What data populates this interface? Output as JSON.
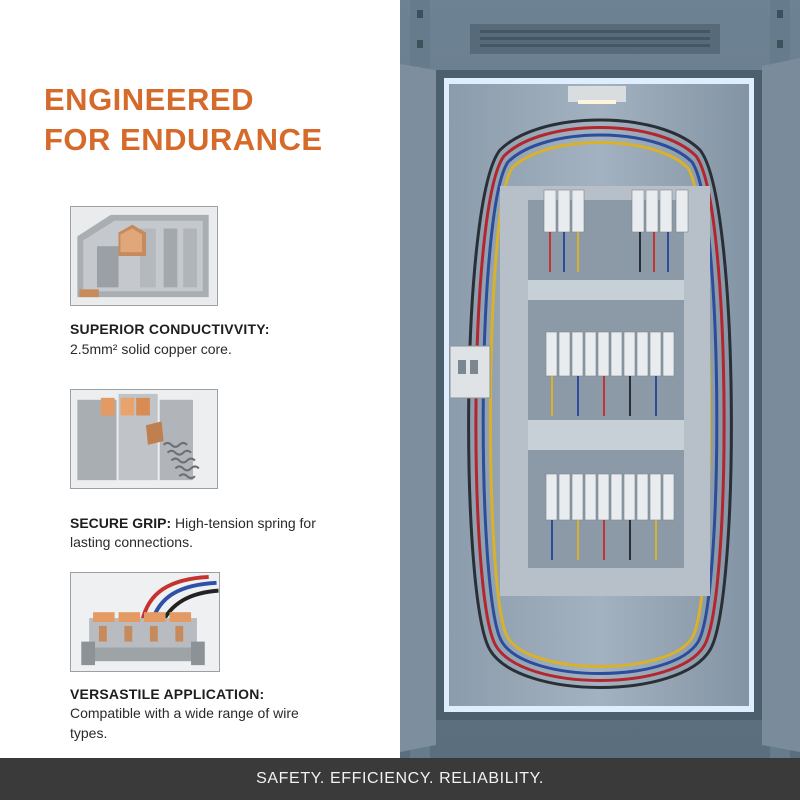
{
  "headline": {
    "line1": "ENGINEERED",
    "line2": "FOR ENDURANCE"
  },
  "features": [
    {
      "icon": "copper-terminal-block-icon",
      "title": "SUPERIOR CONDUCTIVVITY:",
      "body": "2.5mm² solid copper core."
    },
    {
      "icon": "spring-clamp-terminal-icon",
      "title": "SECURE GRIP:",
      "body_inline": " High-tension spring for",
      "body_cont": "lasting connections."
    },
    {
      "icon": "wired-terminal-rail-icon",
      "title": "VERSASTILE APPLICATION:",
      "body": "Compatible with a wide range of wire types."
    }
  ],
  "footer": {
    "tagline": "SAFETY. EFFICIENCY. RELIABILITY."
  },
  "colors": {
    "accent": "#d66a2a",
    "footer_bg": "#3a3a3a",
    "cabinet": "#5f7484",
    "led": "#dfeeff"
  },
  "photo": {
    "subject": "electrical-control-cabinet-photo"
  }
}
